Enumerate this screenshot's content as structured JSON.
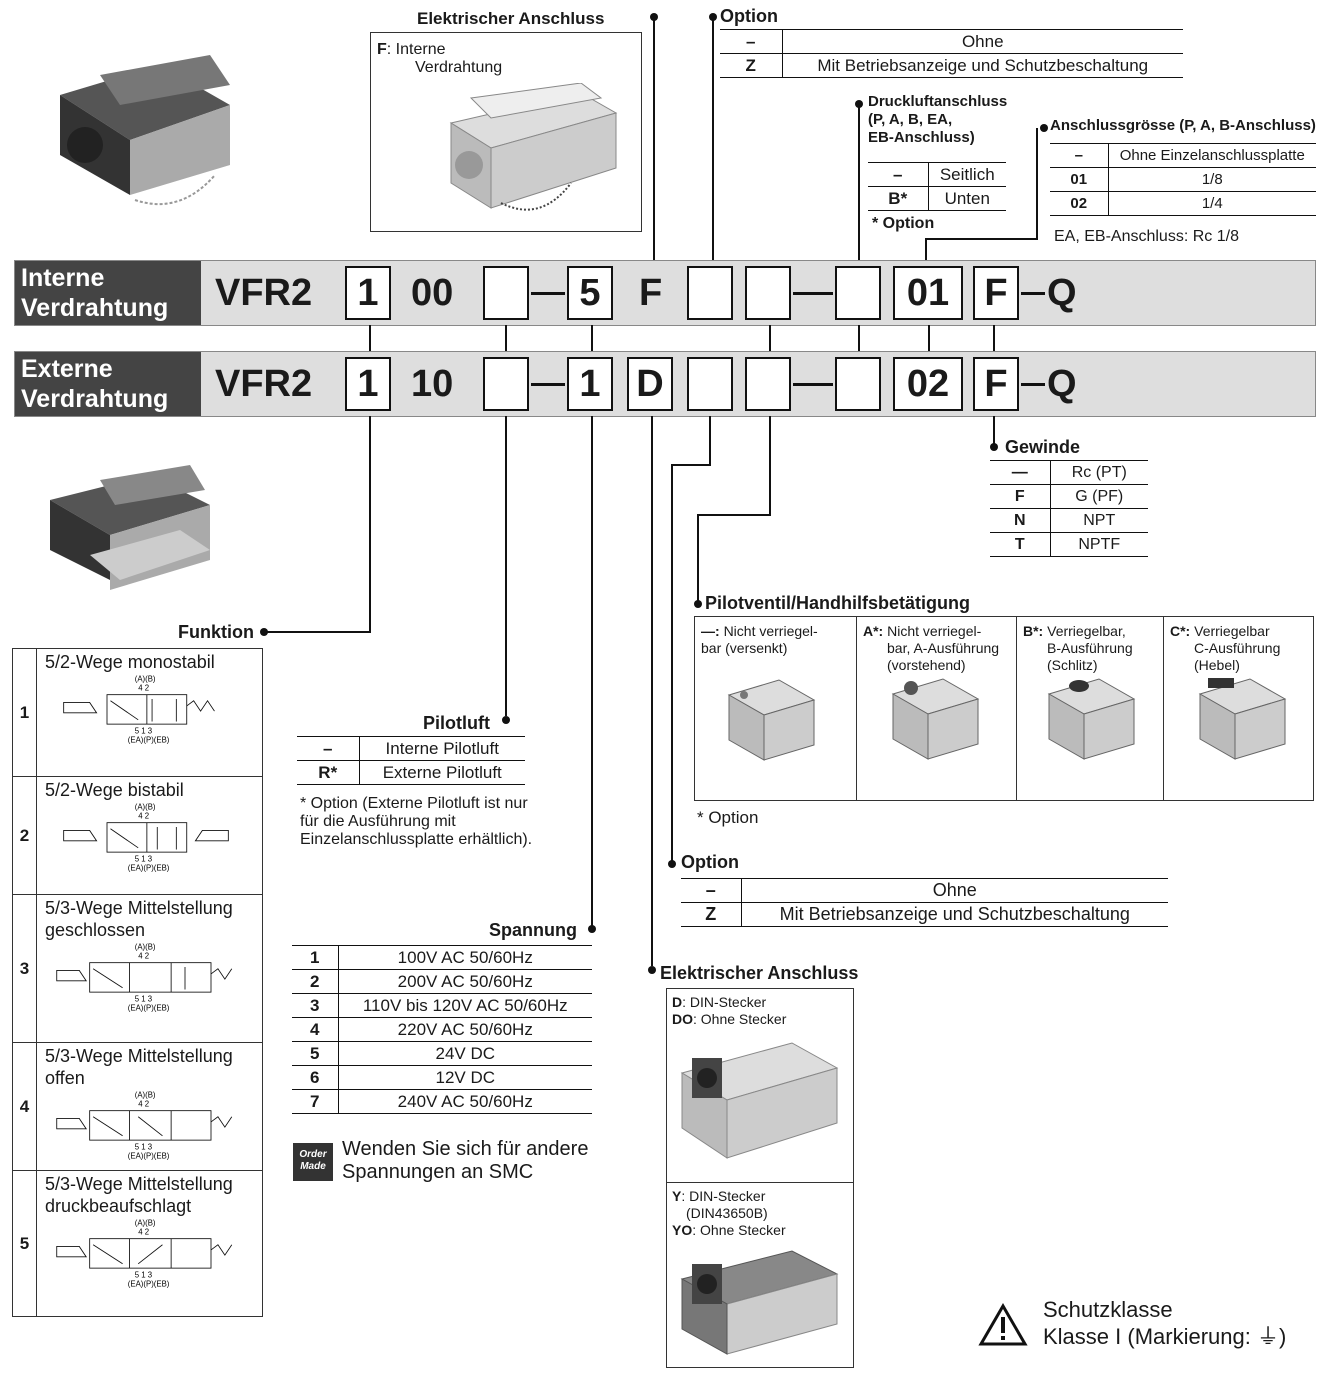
{
  "el_top": {
    "title": "Elektrischer Anschluss",
    "line1": "F",
    "line2": ": Interne",
    "line3": "Verdrahtung"
  },
  "option_top": {
    "title": "Option",
    "rows": [
      [
        "–",
        "Ohne"
      ],
      [
        "Z",
        "Mit Betriebsanzeige und Schutzbeschaltung"
      ]
    ]
  },
  "druck": {
    "t1": "Druckluftanschluss",
    "t2": "(P, A, B, EA,",
    "t3": "EB-Anschluss)",
    "rows": [
      [
        "–",
        "Seitlich"
      ],
      [
        "B*",
        "Unten"
      ]
    ],
    "note": "* Option"
  },
  "anschluss": {
    "title": "Anschlussgrösse (P, A, B-Anschluss)",
    "rows": [
      [
        "–",
        "Ohne Einzelanschlussplatte"
      ],
      [
        "01",
        "1/8"
      ],
      [
        "02",
        "1/4"
      ]
    ],
    "note": "EA, EB-Anschluss: Rc 1/8"
  },
  "row1": {
    "label1": "Interne",
    "label2": "Verdrahtung",
    "prefix": "VFR2",
    "b1": "1",
    "code": "00",
    "b3": "5",
    "f": "F",
    "b8": "01",
    "b9": "F",
    "q": "Q"
  },
  "row2": {
    "label1": "Externe",
    "label2": "Verdrahtung",
    "prefix": "VFR2",
    "b1": "1",
    "code": "10",
    "b3": "1",
    "d": "D",
    "b8": "02",
    "b9": "F",
    "q": "Q"
  },
  "gewinde": {
    "title": "Gewinde",
    "rows": [
      [
        "—",
        "Rc (PT)"
      ],
      [
        "F",
        "G (PF)"
      ],
      [
        "N",
        "NPT"
      ],
      [
        "T",
        "NPTF"
      ]
    ]
  },
  "pilotventil": {
    "title": "Pilotventil/Handhilfsbetätigung",
    "items": [
      {
        "key": "—:",
        "text1": "Nicht verriegel-",
        "text2": "bar  (versenkt)",
        "text3": ""
      },
      {
        "key": "A*:",
        "text1": "Nicht verriegel-",
        "text2": "bar, A-Ausführung",
        "text3": "(vorstehend)"
      },
      {
        "key": "B*:",
        "text1": "Verriegelbar,",
        "text2": "B-Ausführung",
        "text3": "(Schlitz)"
      },
      {
        "key": "C*:",
        "text1": "Verriegelbar",
        "text2": "C-Ausführung",
        "text3": "(Hebel)"
      }
    ],
    "note": "* Option"
  },
  "option_mid": {
    "title": "Option",
    "rows": [
      [
        "–",
        "Ohne"
      ],
      [
        "Z",
        "Mit Betriebsanzeige und Schutzbeschaltung"
      ]
    ]
  },
  "funktion": {
    "title": "Funktion",
    "rows": [
      {
        "n": "1",
        "t": "5/2-Wege monostabil"
      },
      {
        "n": "2",
        "t": "5/2-Wege bistabil"
      },
      {
        "n": "3",
        "t": "5/3-Wege Mittelstellung geschlossen"
      },
      {
        "n": "4",
        "t": "5/3-Wege Mittelstellung offen"
      },
      {
        "n": "5",
        "t": "5/3-Wege Mittelstellung druckbeaufschlagt"
      }
    ],
    "ports_top": "(A)(B)",
    "ports_top_num": "4  2",
    "ports_bot_num": "5  1  3",
    "ports_bot": "(EA)(P)(EB)"
  },
  "pilotluft": {
    "title": "Pilotluft",
    "rows": [
      [
        "–",
        "Interne Pilotluft"
      ],
      [
        "R*",
        "Externe Pilotluft"
      ]
    ],
    "note": "* Option (Externe Pilotluft ist nur für die Ausführung mit Einzelanschlussplatte erhältlich)."
  },
  "spannung": {
    "title": "Spannung",
    "rows": [
      [
        "1",
        "100V AC 50/60Hz"
      ],
      [
        "2",
        "200V AC 50/60Hz"
      ],
      [
        "3",
        "110V bis 120V AC 50/60Hz"
      ],
      [
        "4",
        "220V AC 50/60Hz"
      ],
      [
        "5",
        "24V DC"
      ],
      [
        "6",
        "12V DC"
      ],
      [
        "7",
        "240V AC 50/60Hz"
      ]
    ],
    "om1": "Order",
    "om2": "Made",
    "note1": "Wenden Sie sich für andere",
    "note2": "Spannungen an SMC"
  },
  "el_bottom": {
    "title": "Elektrischer Anschluss",
    "d1k": "D",
    "d1t": ": DIN-Stecker",
    "d2k": "DO",
    "d2t": ": Ohne Stecker",
    "y1k": "Y",
    "y1t": ": DIN-Stecker",
    "y1b": "(DIN43650B)",
    "y2k": "YO",
    "y2t": ": Ohne Stecker"
  },
  "schutz": {
    "l1": "Schutzklasse",
    "l2": "Klasse I (Markierung: ⏚)"
  }
}
